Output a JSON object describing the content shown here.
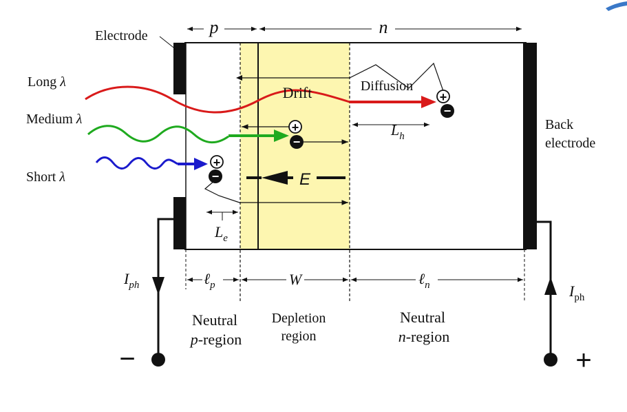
{
  "labels": {
    "p_top": "p",
    "n_top": "n",
    "electrode": "Electrode",
    "long": "Long",
    "medium": "Medium",
    "short": "Short",
    "lambda": "λ",
    "drift": "Drift",
    "diffusion": "Diffusion",
    "back_line1": "Back",
    "back_line2": "electrode",
    "field": "E",
    "Le_main": "L",
    "Le_sub": "e",
    "Lh_main": "L",
    "Lh_sub": "h",
    "lp_main": "ℓ",
    "lp_sub": "p",
    "W": "W",
    "ln_main": "ℓ",
    "ln_sub": "n",
    "Iph_left_main": "I",
    "Iph_left_sub": "ph",
    "Iph_right_main": "I",
    "Iph_right_sub": "ph",
    "neutral_p_line1": "Neutral",
    "neutral_p_italic": "p",
    "neutral_p_rest": "-region",
    "depletion_line1": "Depletion",
    "depletion_line2": "region",
    "neutral_n_line1": "Neutral",
    "neutral_n_italic": "n",
    "neutral_n_rest": "-region",
    "minus": "−",
    "plus": "+",
    "plus_sign": "+",
    "minus_sign": "−"
  },
  "colors": {
    "long_wave": "#d91a1a",
    "medium_wave": "#1faa1f",
    "short_wave": "#1a1acc",
    "depletion_fill": "#fdf6b0",
    "ink": "#111111"
  }
}
